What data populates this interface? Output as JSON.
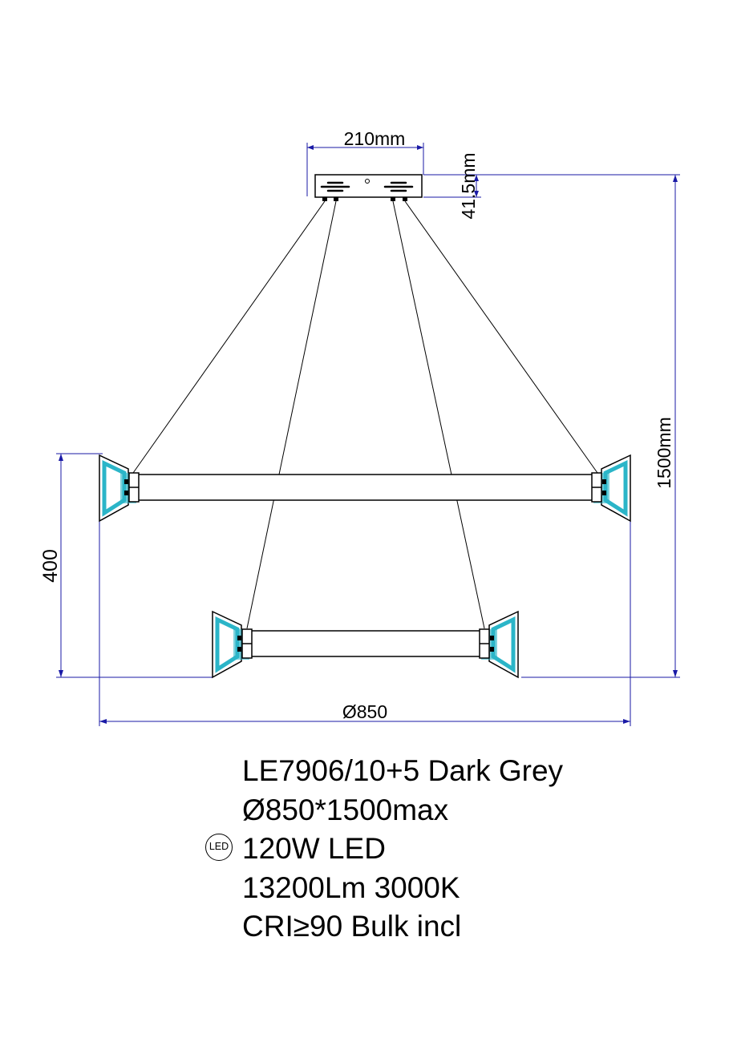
{
  "dimensions": {
    "canopy_width": "210mm",
    "canopy_height": "41.5mm",
    "total_height": "1500mm",
    "ring_spacing": "400",
    "diameter": "Ø850"
  },
  "specs": {
    "model": "LE7906/10+5 Dark Grey",
    "size": "Ø850*1500max",
    "power": "120W LED",
    "lumen_cct": "13200Lm 3000K",
    "cri": "CRI≥90 Bulk incl"
  },
  "led_icon": {
    "label": "LED",
    "icon": "led-circle-icon"
  },
  "colors": {
    "line": "#000000",
    "dimension": "#1a1aa6",
    "diffuser": "#2bb5c8"
  }
}
